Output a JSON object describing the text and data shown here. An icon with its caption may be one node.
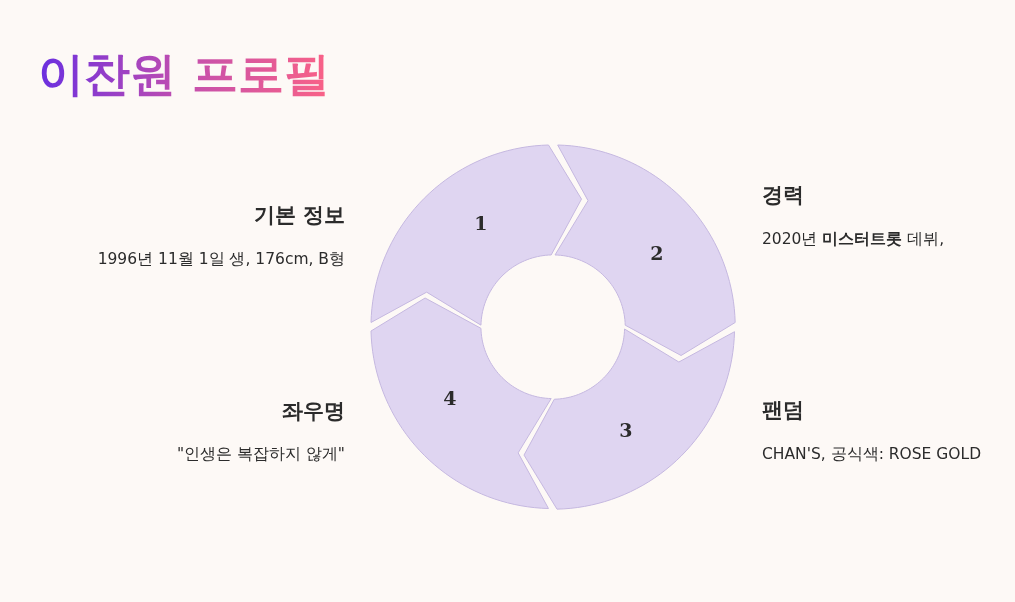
{
  "diagram": {
    "title": "이찬원 프로필",
    "nodes": [
      {
        "text": [
          "1"
        ],
        "beside": [
          "기본 정보",
          "1996년 11월 1일 생, 176cm, B형"
        ]
      },
      {
        "text": [
          "2"
        ],
        "beside": [
          "경력",
          "2020년 **미스터트롯** 데뷔,"
        ]
      },
      {
        "text": [
          "3"
        ],
        "beside": [
          "팬덤",
          "CHAN'S, 공식색: ROSE GOLD"
        ]
      },
      {
        "text": [
          "4"
        ],
        "beside": [
          "좌우명",
          "\"인생은 복잡하지 않게\""
        ]
      }
    ]
  }
}
